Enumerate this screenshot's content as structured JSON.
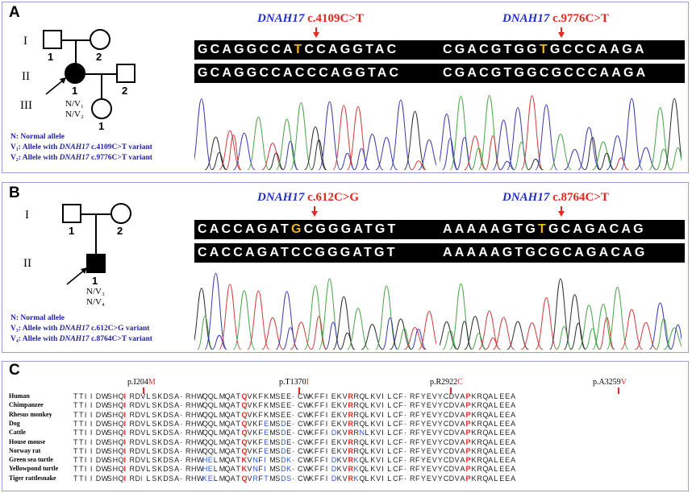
{
  "panels": {
    "A": "A",
    "B": "B",
    "C": "C"
  },
  "generations": {
    "I": "I",
    "II": "II",
    "III": "III"
  },
  "panelA": {
    "ids": {
      "I1": "1",
      "I2": "2",
      "II1": "1",
      "II2": "2",
      "III1": "1"
    },
    "genotype": {
      "line1": "N/V₁",
      "line2": "N/V₂"
    },
    "legend": {
      "n": "N: Normal allele",
      "v1_pre": "V₁: Allele with ",
      "v1_gene": "DNAH17",
      "v1_post": " c.4109C>T variant",
      "v2_pre": "V₂: Allele with ",
      "v2_gene": "DNAH17",
      "v2_post": " c.9776C>T variant"
    },
    "left": {
      "gene": "DNAH17",
      "variant": "c.4109C>T",
      "seq_top_pre": "GCAGGCCA",
      "seq_top_hl": "T",
      "seq_top_post": "CCAGGTAC",
      "seq_bottom": "GCAGGCCACCCAGGTAC"
    },
    "right": {
      "gene": "DNAH17",
      "variant": "c.9776C>T",
      "seq_top_pre": "CGACGTGG",
      "seq_top_hl": "T",
      "seq_top_post": "GCCCAAGA",
      "seq_bottom": "CGACGTGGCGCCCAAGA"
    }
  },
  "panelB": {
    "ids": {
      "I1": "1",
      "I2": "2",
      "II1": "1"
    },
    "genotype": {
      "line1": "N/V₃",
      "line2": "N/V₄"
    },
    "legend": {
      "n": "N: Normal allele",
      "v3_pre": "V₃: Allele with ",
      "v3_gene": "DNAH17",
      "v3_post": " c.612C>G variant",
      "v4_pre": "V₄: Allele with ",
      "v4_gene": "DNAH17",
      "v4_post": " c.8764C>T variant"
    },
    "left": {
      "gene": "DNAH17",
      "variant": "c.612C>G",
      "seq_top_pre": "CACCAGAT",
      "seq_top_hl": "G",
      "seq_top_post": "CGGGATGT",
      "seq_bottom": "CACCAGATCCGGGATGT"
    },
    "right": {
      "gene": "DNAH17",
      "variant": "c.8764C>T",
      "seq_top_pre": "AAAAAGTG",
      "seq_top_hl": "T",
      "seq_top_post": "GCAGACAG",
      "seq_bottom": "AAAAAGTGCGCAGACAG"
    }
  },
  "panelC": {
    "mutations": [
      {
        "pre": "p.I204",
        "alt": "M"
      },
      {
        "pre": "p.T1370",
        "alt": "I"
      },
      {
        "pre": "p.R2922",
        "alt": "C"
      },
      {
        "pre": "p.A3259",
        "alt": "V"
      }
    ],
    "species": [
      "Human",
      "Chimpanzee",
      "Rhesus  monkey",
      "Dog",
      "Cattle",
      "House mouse",
      "Norway rat",
      "Green sea turtle",
      "Yellowpond turtle",
      "Tiger rattlesnake"
    ],
    "rows": [
      "TTIIDWSHQIRDVLSKDSA·RHWQQLMQATQVKFKMSEE·CWKFFIEKVRRQLKVILCF·RFYEVYCDVAPKRQALEEA",
      "TTIIDWSHQIRDVLSKDSA·RHWQQLMQATQVKFKMSEE·CWKFFIEKVRRQLKVILCF·RFYEVYCDVAPKRQALEEA",
      "TTIIDWSHQIRDVLSKDSA·RHWQQLMQATQVKFKMSEE·CWKFFIEKVRRQLKVILCF·RFYEVYCDVAPKRQALEEA",
      "TTIIDWSHQIRDVLSKDSA·RHWQQLMQATQVKFEMSDE·CWKFFIEKVRRQLKVILCF·RFYEVYCDVAPKRQALEEA",
      "TTIIDWSHQIRDVLSKDSA·RHWQQLMQATQVKFEMSDE·CWKFFIDKVRRNLKVILCF·RFYEVYCDVAPKRQALEEA",
      "TTIIDWSHQIRDVLSKDSA·RHWQQLMQATQVKFEMSDE·CWKFFIEKVRRQLKVILCF·RFYEVYCDVAPKRQALEEA",
      "TTIIDWSHQIRDVLSKDSA·RHWQQLMQATQVKFEMSDE·CWKFFIEKVRRQLKVILCF·RFYEVYCDVAPKRQALEEA",
      "TTIIDWSHQIRDVLSKDSA·RHWHELMQATKVNFIMSDK·CWKFFIDKVRKQLKVILCF·RFYEVYCDVAPKRQALEEA",
      "TTIIDWSHQIRDVLSKDSA·RHWHELMQATKVNFIMSDK·CWKFFIDKVRKQLKVILCF·RFYEVYCDVAPKRQALEEA",
      "TTIIDWSHQIRDILSKDSA·RHWKELMQATQVRFTMSDS·CWKFFIDKVRKQLKVILCF·RFYEVYCDVAPKRQALEEA"
    ]
  },
  "colors": {
    "gene": "#2230c8",
    "variant": "#e02a1f",
    "highlight": "#f2b21a",
    "legend": "#1f1fa8",
    "border": "#9a9ed6"
  }
}
